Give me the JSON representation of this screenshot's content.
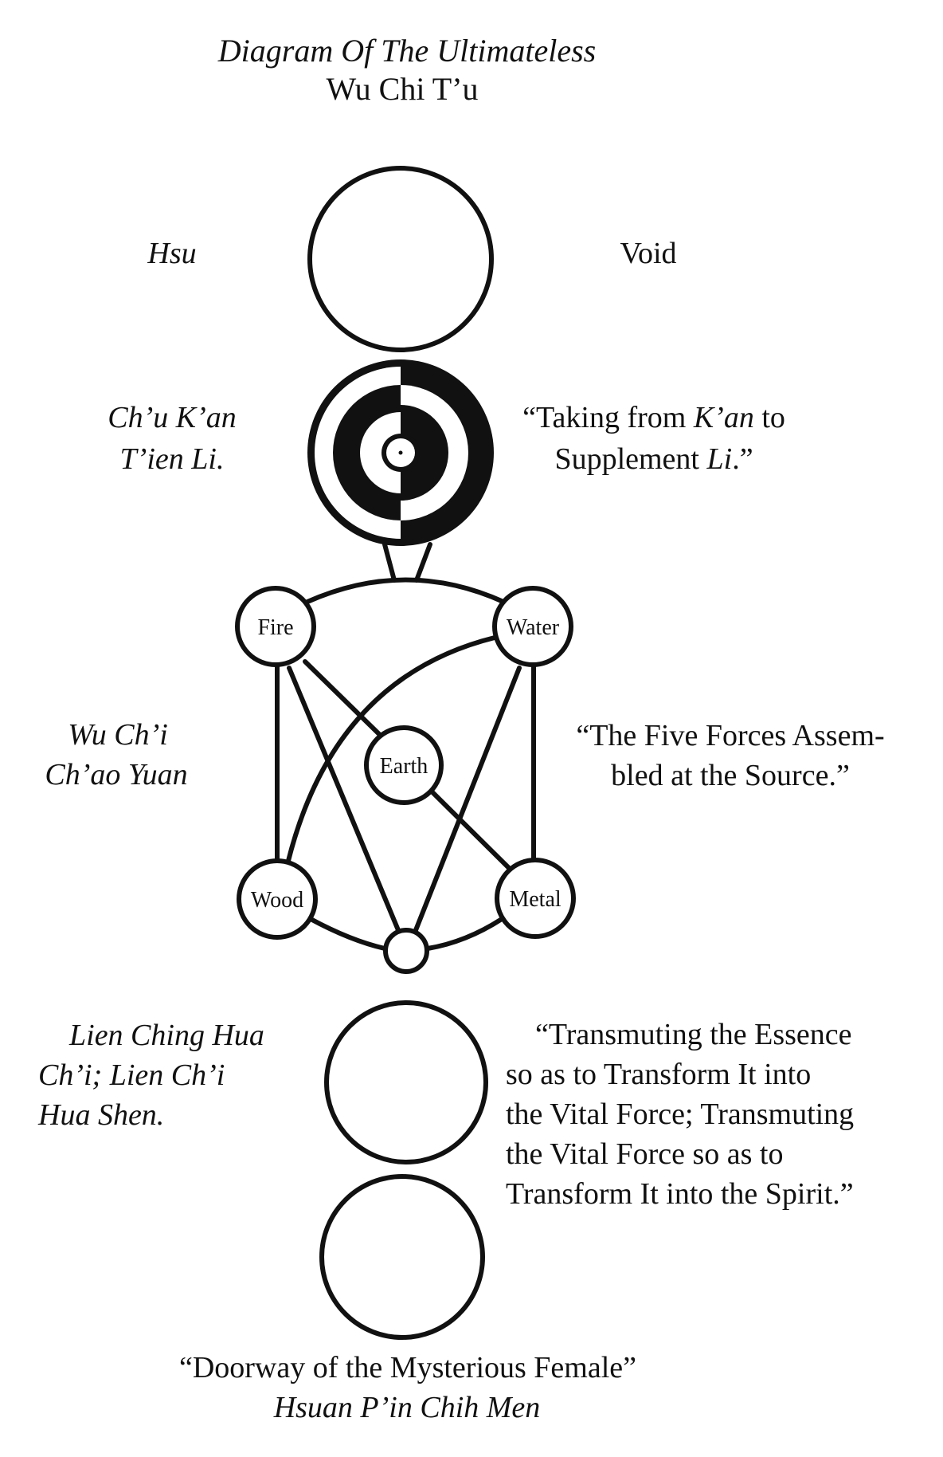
{
  "title": {
    "line1": "Diagram Of The Ultimateless",
    "line2": "Wu Chi T’u"
  },
  "colors": {
    "ink": "#111111",
    "paper": "#ffffff"
  },
  "stages": [
    {
      "id": "void",
      "symbol": "empty-circle",
      "left_label": [
        "Hsu"
      ],
      "right_label": [
        "Void"
      ]
    },
    {
      "id": "kan-li",
      "symbol": "kan-li-concentric-circle",
      "left_label": [
        "Ch’u K’an",
        "T’ien Li."
      ],
      "right_label_parts": [
        [
          {
            "t": "“Taking from ",
            "i": false
          },
          {
            "t": "K’an",
            "i": true
          },
          {
            "t": " to",
            "i": false
          }
        ],
        [
          {
            "t": "Supplement ",
            "i": false
          },
          {
            "t": "Li",
            "i": true
          },
          {
            "t": ".”",
            "i": false
          }
        ]
      ]
    },
    {
      "id": "five-forces",
      "symbol": "five-elements-network",
      "left_label": [
        "Wu Ch’i",
        "Ch’ao Yuan"
      ],
      "right_label": [
        "“The Five Forces Assem-",
        "bled at the Source.”"
      ],
      "elements": [
        "Fire",
        "Water",
        "Earth",
        "Wood",
        "Metal"
      ],
      "connections": [
        [
          "Fire",
          "Water"
        ],
        [
          "Fire",
          "Wood"
        ],
        [
          "Fire",
          "Earth"
        ],
        [
          "Fire",
          "Source"
        ],
        [
          "Water",
          "Metal"
        ],
        [
          "Water",
          "Wood"
        ],
        [
          "Water",
          "Source"
        ],
        [
          "Earth",
          "Metal"
        ],
        [
          "Wood",
          "Source"
        ],
        [
          "Metal",
          "Source"
        ]
      ]
    },
    {
      "id": "transmuting",
      "symbol": "empty-circle",
      "left_label": [
        "Lien Ching Hua",
        "Ch’i; Lien Ch’i",
        "Hua Shen."
      ],
      "right_label": [
        "“Transmuting the Essence",
        "so as to Transform It into",
        "the Vital Force; Transmuting",
        "the Vital Force so as to",
        "Transform It into the Spirit.”"
      ]
    },
    {
      "id": "doorway",
      "symbol": "empty-circle",
      "bottom_label": [
        "“Doorway of the Mysterious Female”",
        "Hsuan P’in Chih Men"
      ]
    }
  ]
}
